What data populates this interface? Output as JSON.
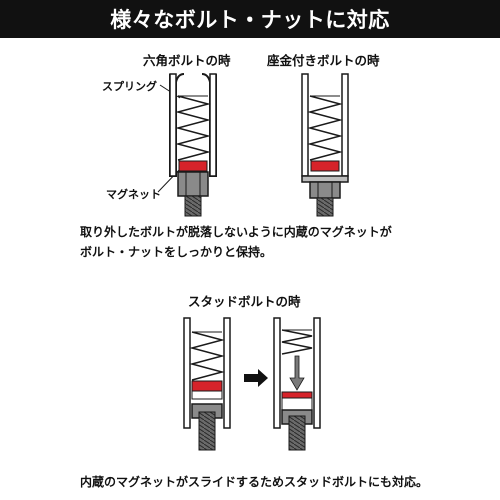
{
  "header": {
    "title": "様々なボルト・ナットに対応"
  },
  "top": {
    "hex_caption": "六角ボルトの時",
    "washer_caption": "座金付きボルトの時",
    "spring_label": "スプリング",
    "magnet_label": "マグネット",
    "description_line1": "取り外したボルトが脱落しないように内蔵のマグネットが",
    "description_line2": "ボルト・ナットをしっかりと保持。"
  },
  "bottom": {
    "stud_caption": "スタッドボルトの時",
    "description": "内蔵のマグネットがスライドするためスタッドボルトにも対応。"
  },
  "colors": {
    "banner": "#111111",
    "magnet_red": "#d6232a",
    "outline": "#1a1a1a",
    "nut_gray": "#8a8a8a",
    "bolt_dark": "#555555"
  }
}
